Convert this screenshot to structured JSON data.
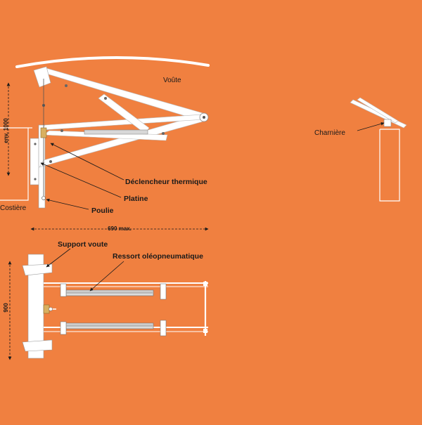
{
  "labels": {
    "voute": "Voûte",
    "charniere": "Charnière",
    "declencheur": "Déclencheur thermique",
    "platine": "Platine",
    "poulie": "Poulie",
    "costiere": "Costière",
    "support_voute": "Support voute",
    "ressort": "Ressort oléopneumatique"
  },
  "dimensions": {
    "height_side": "env. 1000",
    "width": "690 max.",
    "height_top": "900"
  },
  "colors": {
    "background": "#f08040",
    "structure": "#ffffff",
    "line": "#1a1a1a"
  }
}
